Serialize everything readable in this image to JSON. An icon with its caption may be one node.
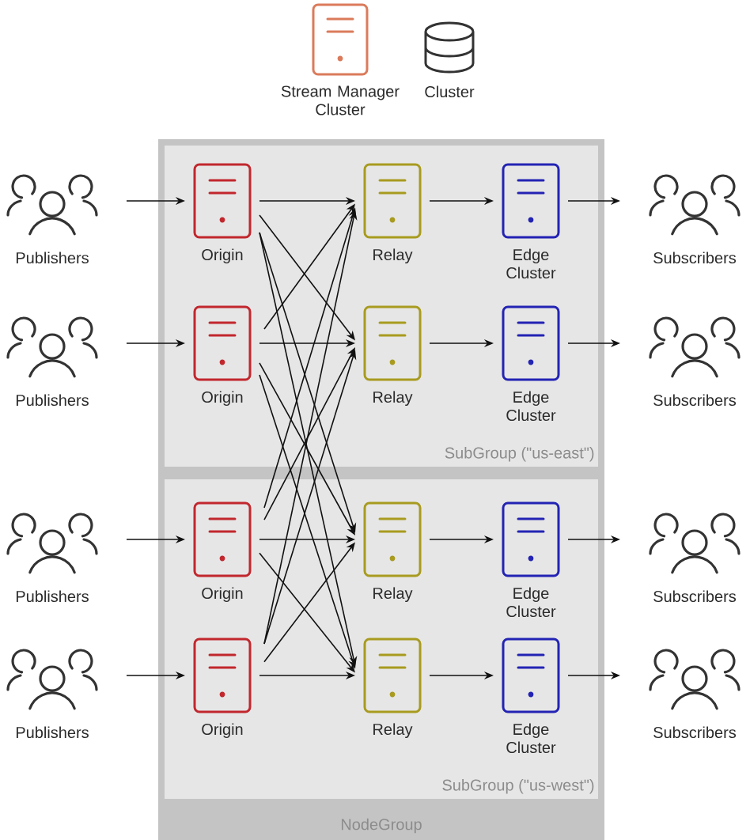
{
  "diagram": {
    "nodes": [
      {
        "text": [
          "Stream Manager Cluster"
        ]
      },
      {
        "text": [
          "Cluster"
        ]
      },
      {
        "text": [
          "NodeGroup"
        ]
      },
      {
        "text": [
          "SubGroup (\"us-east\")"
        ],
        "in": 2
      },
      {
        "text": [
          "Publishers"
        ]
      },
      {
        "text": [
          "Origin"
        ],
        "in": 3
      },
      {
        "text": [
          "Relay"
        ],
        "in": 3
      },
      {
        "text": [
          "Edge Cluster"
        ],
        "in": 3
      },
      {
        "text": [
          "Subscribers"
        ]
      },
      {
        "text": [
          "Publishers"
        ]
      },
      {
        "text": [
          "Origin"
        ],
        "in": 3
      },
      {
        "text": [
          "Relay"
        ],
        "in": 3
      },
      {
        "text": [
          "Edge Cluster"
        ],
        "in": 3
      },
      {
        "text": [
          "Subscribers"
        ]
      },
      {
        "text": [
          "SubGroup (\"us-west\")"
        ],
        "in": 2
      },
      {
        "text": [
          "Publishers"
        ]
      },
      {
        "text": [
          "Origin"
        ],
        "in": 14
      },
      {
        "text": [
          "Relay"
        ],
        "in": 14
      },
      {
        "text": [
          "Edge Cluster"
        ],
        "in": 14
      },
      {
        "text": [
          "Subscribers"
        ]
      },
      {
        "text": [
          "Publishers"
        ]
      },
      {
        "text": [
          "Origin"
        ],
        "in": 14
      },
      {
        "text": [
          "Relay"
        ],
        "in": 14
      },
      {
        "text": [
          "Edge Cluster"
        ],
        "in": 14
      },
      {
        "text": [
          "Subscribers"
        ]
      }
    ],
    "edges": [
      {
        "from": 4,
        "to": 5,
        "arrow": "to"
      },
      {
        "from": 9,
        "to": 10,
        "arrow": "to"
      },
      {
        "from": 15,
        "to": 16,
        "arrow": "to"
      },
      {
        "from": 20,
        "to": 21,
        "arrow": "to"
      },
      {
        "from": 5,
        "to": 6,
        "arrow": "to"
      },
      {
        "from": 5,
        "to": 11,
        "arrow": "to"
      },
      {
        "from": 5,
        "to": 17,
        "arrow": "to"
      },
      {
        "from": 5,
        "to": 22,
        "arrow": "to"
      },
      {
        "from": 10,
        "to": 6,
        "arrow": "to"
      },
      {
        "from": 10,
        "to": 11,
        "arrow": "to"
      },
      {
        "from": 10,
        "to": 17,
        "arrow": "to"
      },
      {
        "from": 10,
        "to": 22,
        "arrow": "to"
      },
      {
        "from": 16,
        "to": 6,
        "arrow": "to"
      },
      {
        "from": 16,
        "to": 11,
        "arrow": "to"
      },
      {
        "from": 16,
        "to": 17,
        "arrow": "to"
      },
      {
        "from": 16,
        "to": 22,
        "arrow": "to"
      },
      {
        "from": 21,
        "to": 6,
        "arrow": "to"
      },
      {
        "from": 21,
        "to": 11,
        "arrow": "to"
      },
      {
        "from": 21,
        "to": 17,
        "arrow": "to"
      },
      {
        "from": 21,
        "to": 22,
        "arrow": "to"
      },
      {
        "from": 6,
        "to": 7,
        "arrow": "to"
      },
      {
        "from": 11,
        "to": 12,
        "arrow": "to"
      },
      {
        "from": 17,
        "to": 18,
        "arrow": "to"
      },
      {
        "from": 22,
        "to": 23,
        "arrow": "to"
      },
      {
        "from": 7,
        "to": 8,
        "arrow": "to"
      },
      {
        "from": 12,
        "to": 13,
        "arrow": "to"
      },
      {
        "from": 18,
        "to": 19,
        "arrow": "to"
      },
      {
        "from": 23,
        "to": 24,
        "arrow": "to"
      }
    ]
  }
}
